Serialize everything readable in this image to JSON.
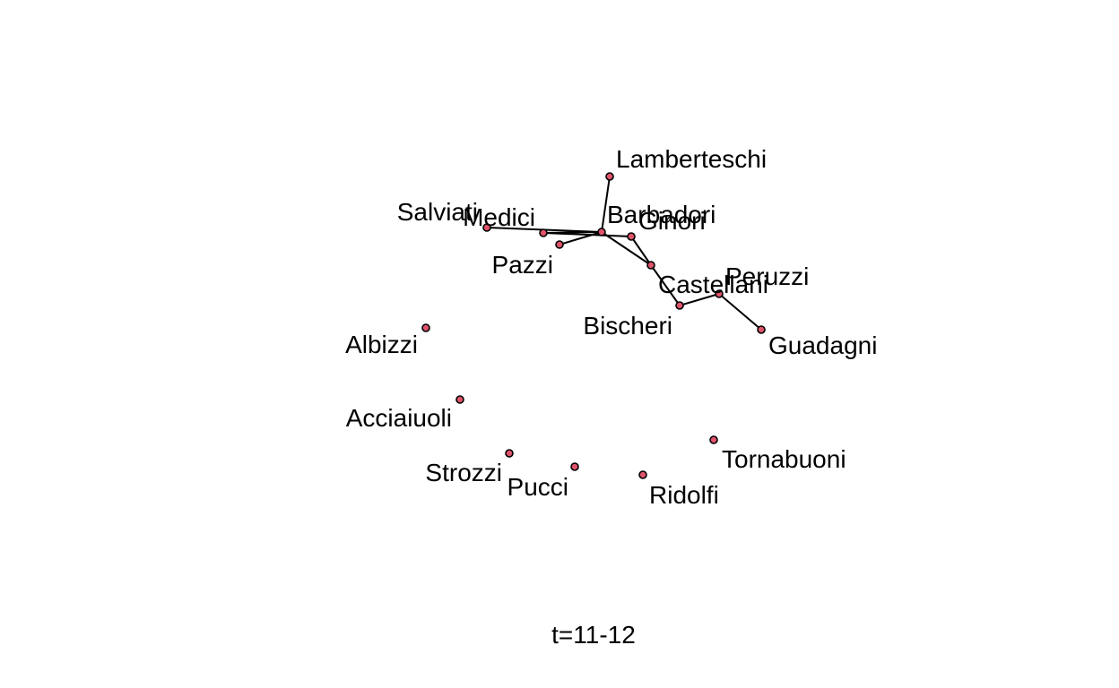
{
  "node_color": "#df536b",
  "caption": "t=11-12",
  "nodes": [
    {
      "id": "Lamberteschi",
      "label": "Lamberteschi"
    },
    {
      "id": "Salviati",
      "label": "Salviati"
    },
    {
      "id": "Medici",
      "label": "Medici"
    },
    {
      "id": "Pazzi",
      "label": "Pazzi"
    },
    {
      "id": "Barbadori",
      "label": "Barbadori"
    },
    {
      "id": "Ginori",
      "label": "Ginori"
    },
    {
      "id": "Castellani",
      "label": "Castellani"
    },
    {
      "id": "Peruzzi",
      "label": "Peruzzi"
    },
    {
      "id": "Bischeri",
      "label": "Bischeri"
    },
    {
      "id": "Guadagni",
      "label": "Guadagni"
    },
    {
      "id": "Albizzi",
      "label": "Albizzi"
    },
    {
      "id": "Acciaiuoli",
      "label": "Acciaiuoli"
    },
    {
      "id": "Tornabuoni",
      "label": "Tornabuoni"
    },
    {
      "id": "Strozzi",
      "label": "Strozzi"
    },
    {
      "id": "Pucci",
      "label": "Pucci"
    },
    {
      "id": "Ridolfi",
      "label": "Ridolfi"
    }
  ],
  "edges": [
    [
      "Salviati",
      "Barbadori"
    ],
    [
      "Medici",
      "Barbadori"
    ],
    [
      "Medici",
      "Ginori"
    ],
    [
      "Pazzi",
      "Barbadori"
    ],
    [
      "Lamberteschi",
      "Barbadori"
    ],
    [
      "Barbadori",
      "Castellani"
    ],
    [
      "Ginori",
      "Castellani"
    ],
    [
      "Castellani",
      "Bischeri"
    ],
    [
      "Bischeri",
      "Peruzzi"
    ],
    [
      "Peruzzi",
      "Guadagni"
    ]
  ]
}
